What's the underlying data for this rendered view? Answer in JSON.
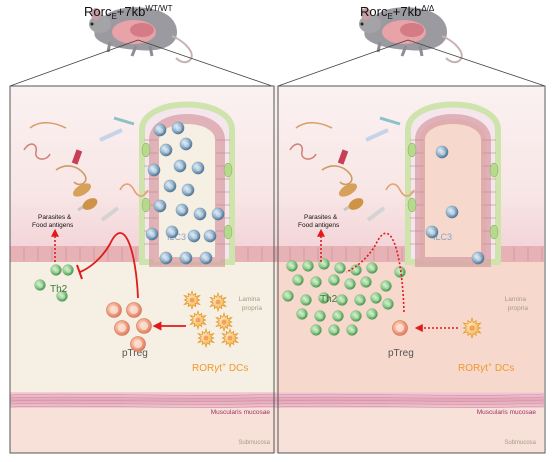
{
  "panels": [
    {
      "id": "wt",
      "title_main": "Rorc",
      "title_sub": "E",
      "title_mid": "+7kb",
      "title_sup": "WT/WT",
      "labels": {
        "parasites": "Parasites &",
        "food": "Food antigens",
        "ilc3": "ILC3",
        "th2": "Th2",
        "ptreg": "pTreg",
        "dcs_prefix": "ROR",
        "dcs_gamma": "γ",
        "dcs_t": "t",
        "dcs_sup": "+",
        "dcs_suffix": " DCs",
        "lamina1": "Lamina",
        "lamina2": "propria",
        "muscularis": "Muscularis mucosae",
        "submucosa": "Submucosa"
      }
    },
    {
      "id": "ko",
      "title_main": "Rorc",
      "title_sub": "E",
      "title_mid": "+7kb",
      "title_sup": "Δ/Δ",
      "labels": {
        "parasites": "Parasites &",
        "food": "Food antigens",
        "ilc3": "ILC3",
        "th2": "Th2",
        "ptreg": "pTreg",
        "dcs_prefix": "ROR",
        "dcs_gamma": "γ",
        "dcs_t": "t",
        "dcs_sup": "+",
        "dcs_suffix": " DCs",
        "lamina1": "Lamina",
        "lamina2": "propria",
        "muscularis": "Muscularis mucosae",
        "submucosa": "Submucosa"
      }
    }
  ],
  "colors": {
    "lumen": "#fbeeee",
    "lamina_wt": "#f6efe3",
    "lamina_ko": "#f6d9cc",
    "epithelium": "#e3aeb2",
    "villus_outline": "#d6e8b8",
    "muscularis": "#e8b9c7",
    "submucosa": "#f6dfd6",
    "th2": "#7cc47b",
    "ilc3": "#8fb0c9",
    "ptreg": "#f2a989",
    "dc": "#f2b042",
    "arrow": "#e01b1b",
    "muscularis_text": "#a0306e",
    "lamina_text": "#a89b85",
    "dc_text": "#f0982f",
    "ilc3_text": "#8aa3c6"
  }
}
